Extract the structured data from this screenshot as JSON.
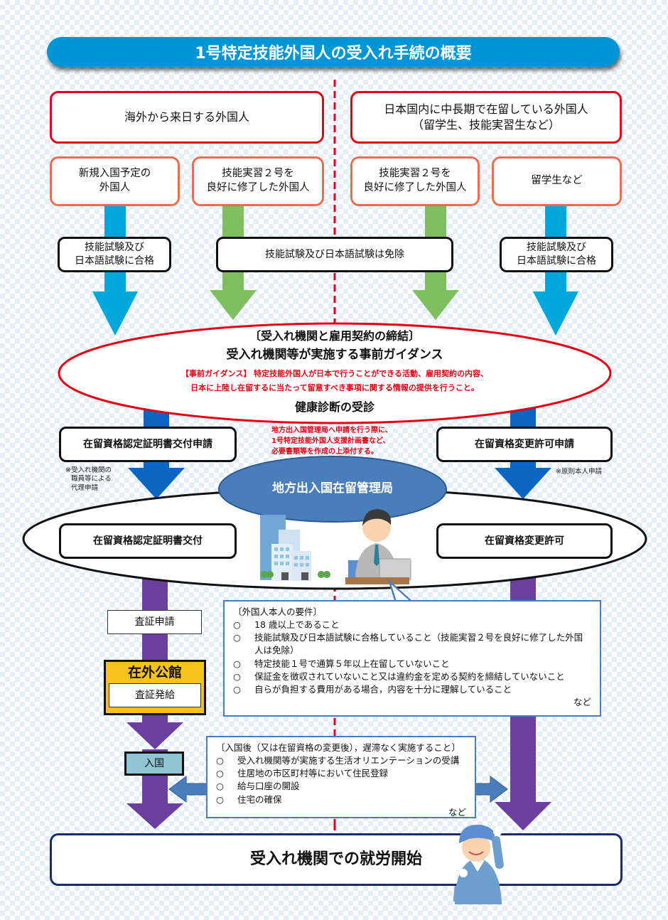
{
  "title": "1号特定技能外国人の受入れ手続の概要",
  "columns": {
    "left_header": "海外から来日する外国人",
    "right_header_line1": "日本国内に中長期で在留している外国人",
    "right_header_line2": "（留学生、技能実習生など）"
  },
  "categories": [
    {
      "line1": "新規入国予定の",
      "line2": "外国人"
    },
    {
      "line1": "技能実習２号を",
      "line2": "良好に修了した外国人"
    },
    {
      "line1": "技能実習２号を",
      "line2": "良好に修了した外国人"
    },
    {
      "line1": "留学生など",
      "line2": ""
    }
  ],
  "exams": {
    "left_line1": "技能試験及び",
    "left_line2": "日本語試験に合格",
    "center": "技能試験及び日本語試験は免除",
    "right_line1": "技能試験及び",
    "right_line2": "日本語試験に合格"
  },
  "guidance": {
    "contract": "〔受入れ機関と雇用契約の締結〕",
    "heading": "受入れ機関等が実施する事前ガイダンス",
    "detail_line1": "【事前ガイダンス】 特定技能外国人が日本で行うことができる活動、雇用契約の内容、",
    "detail_line2": "日本に上陸し在留するに当たって留意すべき事項に関する情報の提供を行うこと。",
    "health": "健康診断の受診"
  },
  "applications": {
    "left": "在留資格認定証明書交付申請",
    "left_note_line1": "※受入れ機関の",
    "left_note_line2": "職員等による",
    "left_note_line3": "代理申請",
    "center_note_line1": "地方出入国管理局へ申請を行う際に、",
    "center_note_line2": "1号特定技能外国人支援計画書など、",
    "center_note_line3": "必要書類等を作成の上添付する。",
    "right": "在留資格変更許可申請",
    "right_note": "※原則本人申請"
  },
  "bureau": {
    "name": "地方出入国在留管理局",
    "left_result": "在留資格認定証明書交付",
    "right_result": "在留資格変更許可"
  },
  "requirements": {
    "heading": "〔外国人本人の要件〕",
    "bullet": "○",
    "items": [
      "18 歳以上であること",
      "技能試験及び日本語試験に合格していること（技能実習２号を良好に修了した外国人は免除）",
      "特定技能１号で通算５年以上在留していないこと",
      "保証金を徴収されていないこと又は違約金を定める契約を締結していないこと",
      "自らが負担する費用がある場合，内容を十分に理解していること"
    ],
    "etc": "など"
  },
  "visa": {
    "apply": "査証申請",
    "embassy": "在外公館",
    "issue": "査証発給",
    "entry": "入国"
  },
  "after_entry": {
    "heading": "〔入国後（又は在留資格の変更後），遅滞なく実施すること〕",
    "bullet": "○",
    "items": [
      "受入れ機関等が実施する生活オリエンテーションの受講",
      "住居地の市区町村等において住民登録",
      "給与口座の開設",
      "住宅の確保"
    ],
    "etc": "など"
  },
  "final": "受入れ機関での就労開始",
  "colors": {
    "title_blue": "#0096d6",
    "red": "#e60012",
    "orange": "#ee6c4d",
    "arrow_cyan": "#00a7dc",
    "arrow_green": "#7fbf5f",
    "arrow_blue": "#0a66c2",
    "arrow_purple": "#6a3fa0",
    "bureau_blue": "#4a7ebb",
    "embassy_yellow": "#f7c21a",
    "entry_teal": "#8fc5d3"
  }
}
